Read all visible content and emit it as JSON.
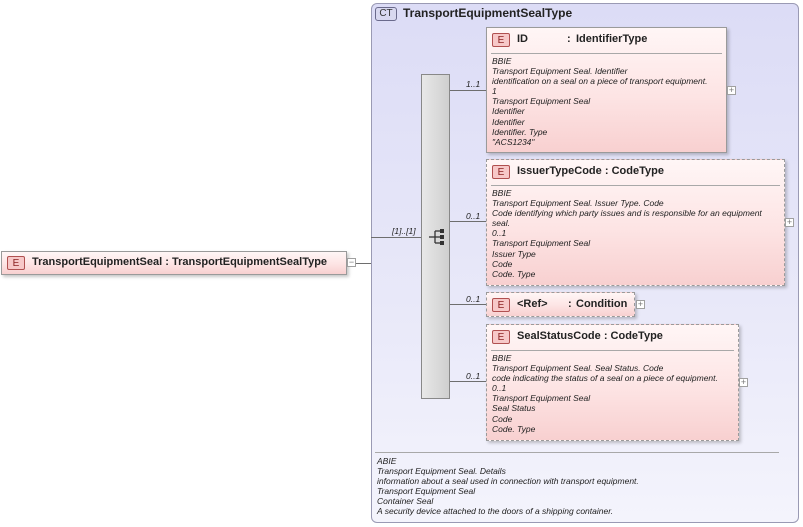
{
  "root": {
    "badge": "E",
    "name": "TransportEquipmentSeal",
    "sep": ":",
    "type": "TransportEquipmentSealType",
    "collapse_glyph": "−"
  },
  "complex_type": {
    "badge": "CT",
    "name": "TransportEquipmentSealType",
    "annotation": "ABIE\nTransport Equipment Seal. Details\ninformation about a seal used in connection with transport equipment.\nTransport Equipment Seal\nContainer Seal\nA security device attached to the doors of a shipping container."
  },
  "sequence": {
    "cardinality": "[1]..[1]",
    "icon": "sequence-icon"
  },
  "elements": [
    {
      "badge": "E",
      "name": "ID",
      "sep": ":",
      "type": "IdentifierType",
      "cardinality": "1..1",
      "optional": false,
      "annotation": "BBIE\nTransport Equipment Seal. Identifier\nidentification on a seal on a piece of transport equipment.\n1\nTransport Equipment Seal\nIdentifier\nIdentifier\nIdentifier. Type\n\"ACS1234\"",
      "expand_glyph": "+"
    },
    {
      "badge": "E",
      "name": "IssuerTypeCode",
      "sep": ":",
      "type": "CodeType",
      "cardinality": "0..1",
      "optional": true,
      "annotation": "BBIE\nTransport Equipment Seal. Issuer Type. Code\nCode identifying which party issues and is responsible for an equipment\nseal.\n0..1\nTransport Equipment Seal\nIssuer Type\nCode\nCode. Type",
      "expand_glyph": "+"
    },
    {
      "badge": "E",
      "name": "<Ref>",
      "sep": ":",
      "type": "Condition",
      "cardinality": "0..1",
      "optional": true,
      "annotation": "",
      "expand_glyph": "+"
    },
    {
      "badge": "E",
      "name": "SealStatusCode",
      "sep": ":",
      "type": "CodeType",
      "cardinality": "0..1",
      "optional": true,
      "annotation": "BBIE\nTransport Equipment Seal. Seal Status. Code\ncode indicating the status of a seal on a piece of equipment.\n0..1\nTransport Equipment Seal\nSeal Status\nCode\nCode. Type",
      "expand_glyph": "+"
    }
  ]
}
